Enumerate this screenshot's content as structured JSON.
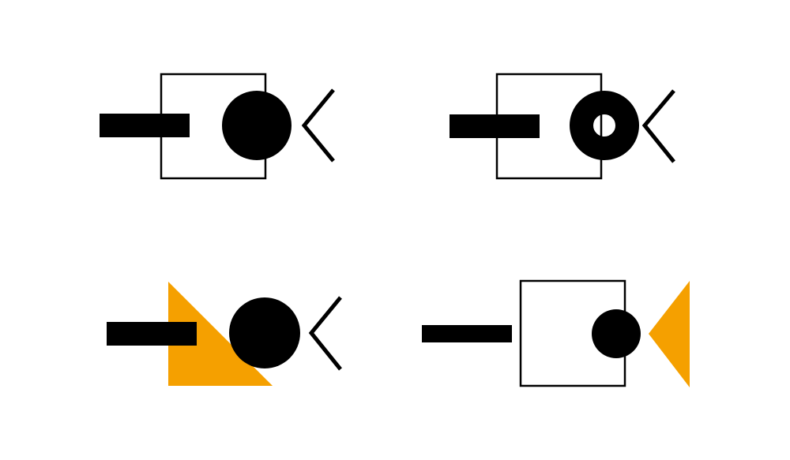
{
  "colors": {
    "ink": "#000000",
    "accent": "#F5A000"
  },
  "figures": [
    {
      "name": "figure-1",
      "shapes": [
        "bar-icon",
        "square-outline-icon",
        "filled-circle-icon",
        "chevron-left-icon"
      ]
    },
    {
      "name": "figure-2",
      "shapes": [
        "bar-icon",
        "square-outline-icon",
        "ring-icon",
        "chevron-left-icon"
      ]
    },
    {
      "name": "figure-3",
      "shapes": [
        "bar-icon",
        "orange-right-triangle-icon",
        "filled-circle-icon",
        "chevron-left-icon"
      ]
    },
    {
      "name": "figure-4",
      "shapes": [
        "bar-icon",
        "square-outline-icon",
        "filled-circle-icon",
        "orange-triangle-icon"
      ]
    }
  ]
}
